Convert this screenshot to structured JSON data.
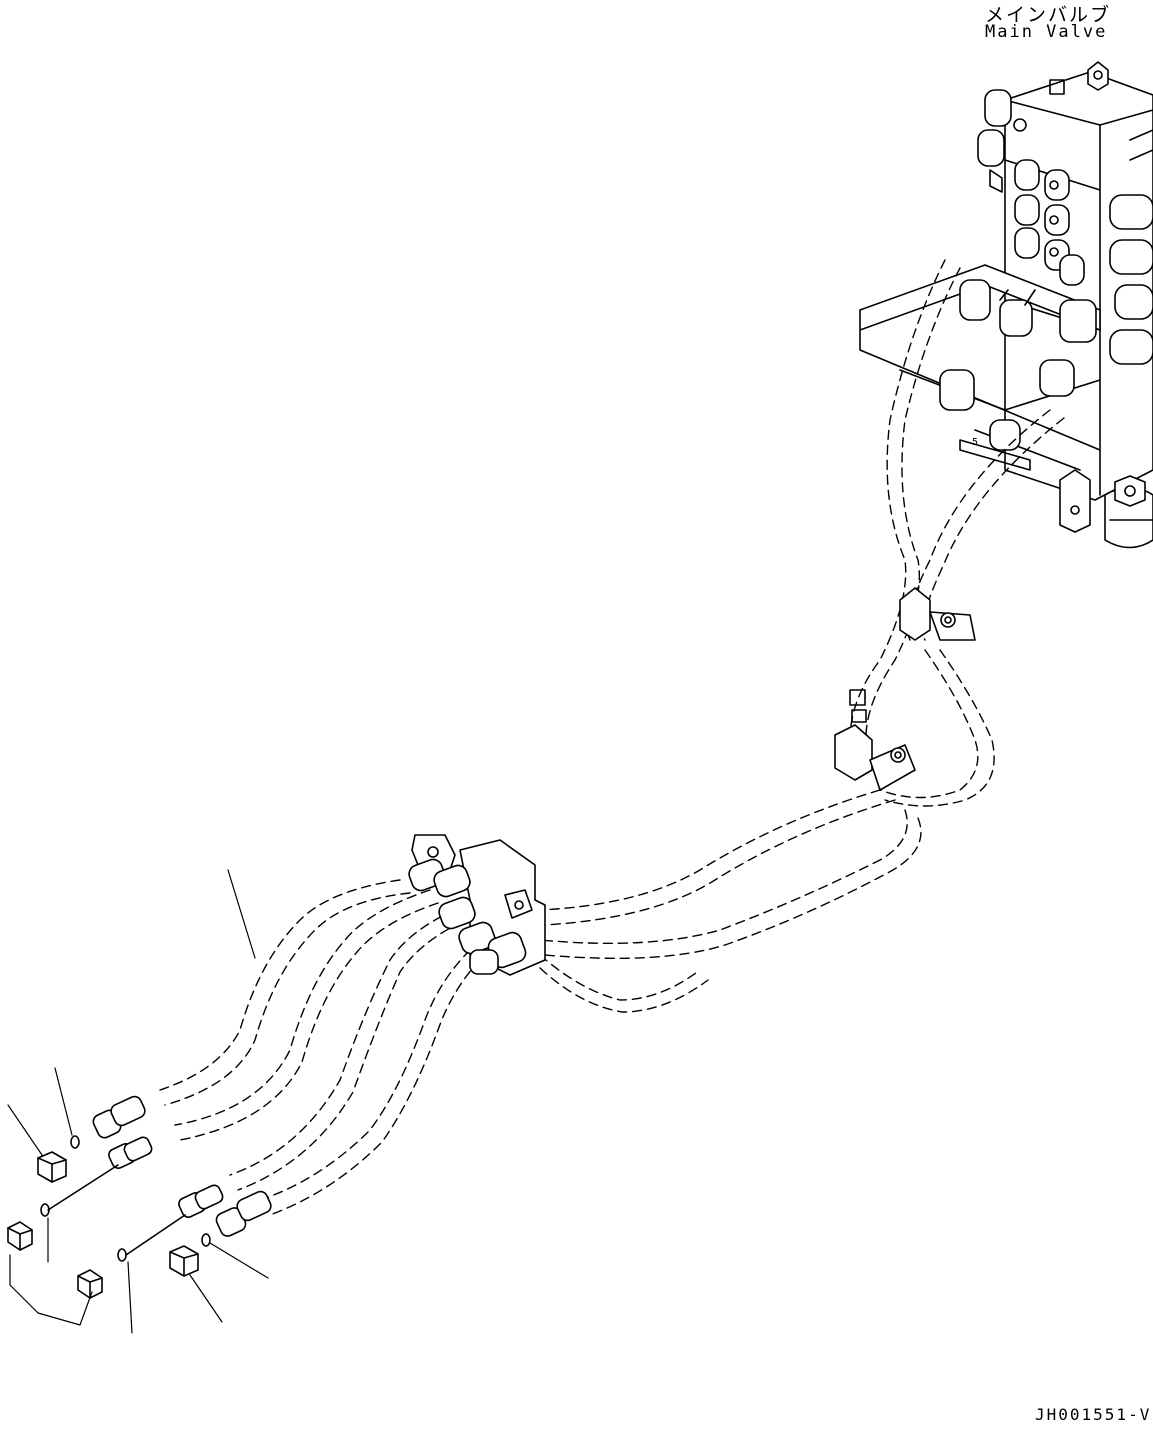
{
  "diagram": {
    "component_label_jp": "メインバルブ",
    "component_label_en": "Main Valve",
    "drawing_code": "JH001551-V"
  },
  "colors": {
    "line": "#000000",
    "background": "#ffffff"
  },
  "icons": {
    "plug": "hex-plug-icon",
    "o_ring": "o-ring-icon",
    "fitting": "hose-fitting-icon"
  }
}
